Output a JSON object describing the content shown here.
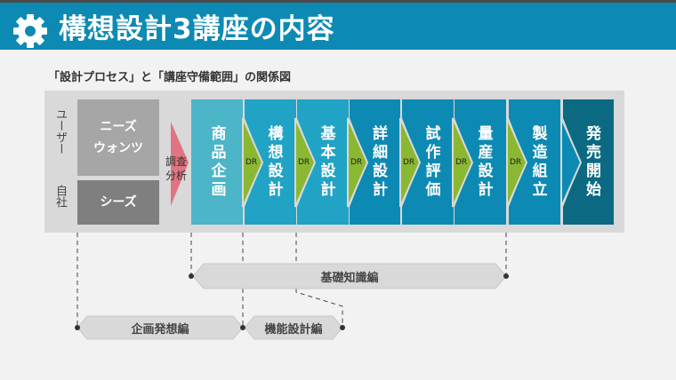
{
  "header": {
    "title": "構想設計3講座の内容",
    "icon": "gear-icon"
  },
  "subtitle": "「設計プロセス」と「講座守備範囲」の関係図",
  "rows": {
    "user_label": "ユーザー",
    "company_label": "自社"
  },
  "inputs": {
    "needs": "ニーズ\nウォンツ",
    "seeds": "シーズ"
  },
  "analysis_label": "調査\n分析",
  "stages": [
    {
      "label": "商品企画",
      "color": "#4cb5c7"
    },
    {
      "label": "構想設計",
      "color": "#21a3c5"
    },
    {
      "label": "基本設計",
      "color": "#21a3c5"
    },
    {
      "label": "詳細設計",
      "color": "#0d8ab3"
    },
    {
      "label": "試作評価",
      "color": "#0d8ab3"
    },
    {
      "label": "量産設計",
      "color": "#0d8ab3"
    },
    {
      "label": "製造組立",
      "color": "#0d8ab3"
    },
    {
      "label": "発売開始",
      "color": "#0b6982"
    }
  ],
  "review_label": "DR",
  "courses": {
    "basic": "基礎知識編",
    "planning": "企画発想編",
    "function": "機能設計編"
  }
}
